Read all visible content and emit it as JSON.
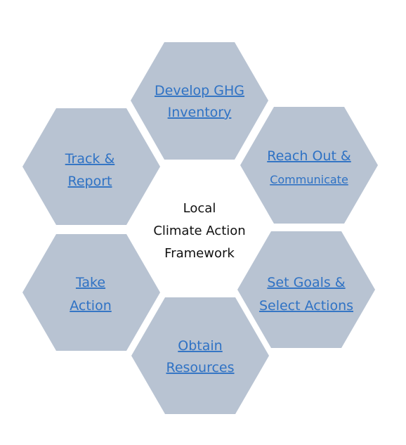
{
  "center": {
    "lines": [
      "Local",
      "Climate Action",
      "Framework"
    ]
  },
  "hexagons": [
    {
      "id": "develop-ghg-inventory",
      "lines": [
        "Develop GHG",
        "Inventory"
      ]
    },
    {
      "id": "reach-out-communicate",
      "lines": [
        "Reach Out &",
        "Communicate"
      ]
    },
    {
      "id": "set-goals-select-actions",
      "lines": [
        "Set Goals &",
        "Select Actions"
      ]
    },
    {
      "id": "obtain-resources",
      "lines": [
        "Obtain",
        "Resources"
      ]
    },
    {
      "id": "take-action",
      "lines": [
        "Take",
        "Action"
      ]
    },
    {
      "id": "track-report",
      "lines": [
        "Track &",
        "Report"
      ]
    }
  ],
  "colors": {
    "hexagon_fill": "#b8c3d2",
    "link_text": "#2f72c4",
    "center_text": "#111111"
  }
}
